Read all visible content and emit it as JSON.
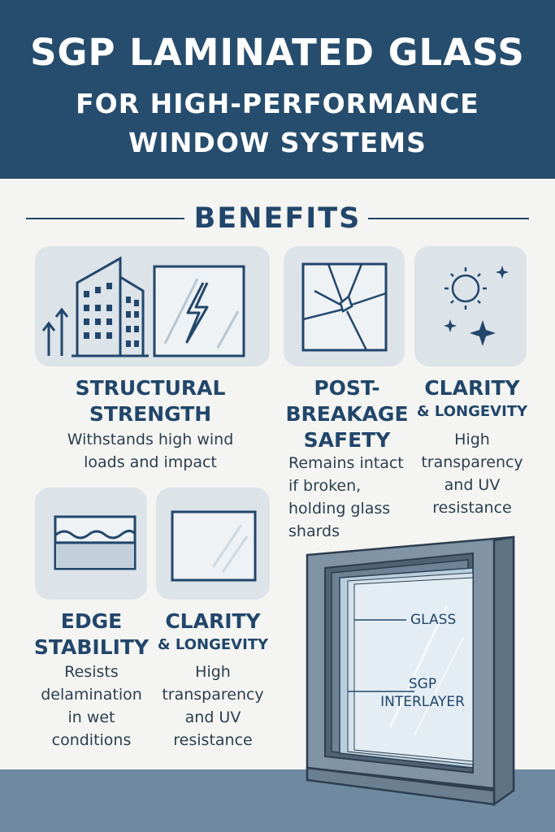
{
  "header": {
    "title_line1": "SGP LAMINATED GLASS",
    "title_line2": "FOR HIGH-PERFORMANCE",
    "title_line3": "WINDOW SYSTEMS"
  },
  "section": {
    "label": "BENEFITS"
  },
  "benefits": [
    {
      "title_line1": "STRUCTURAL",
      "title_line2": "STRENGTH",
      "desc_line1": "Withstands high wind",
      "desc_line2": "loads and impact"
    },
    {
      "title_line1": "POST-",
      "title_line2": "BREAKAGE",
      "title_line3": "SAFETY",
      "desc_line1": "Remains intact",
      "desc_line2": "if broken,",
      "desc_line3": "holding glass",
      "desc_line4": "shards"
    },
    {
      "title_line1": "CLARITY",
      "title_line2": "& LONGEVITY",
      "desc_line1": "High",
      "desc_line2": "transparency",
      "desc_line3": "and UV",
      "desc_line4": "resistance"
    },
    {
      "title_line1": "EDGE",
      "title_line2": "STABILITY",
      "desc_line1": "Resists",
      "desc_line2": "delamination",
      "desc_line3": "in wet",
      "desc_line4": "conditions"
    },
    {
      "title_line1": "CLARITY",
      "title_line2": "& LONGEVITY",
      "desc_line1": "High",
      "desc_line2": "transparency",
      "desc_line3": "and UV",
      "desc_line4": "resistance"
    }
  ],
  "window_labels": {
    "glass": "GLASS",
    "interlayer_line1": "SGP",
    "interlayer_line2": "INTERLAYER"
  },
  "colors": {
    "header_bg": "#264d6d",
    "accent": "#22466b",
    "card_bg": "#dce3e9",
    "floor": "#6f8aa0"
  },
  "icons": [
    "buildings-icon",
    "lightning-glass-icon",
    "cracked-glass-icon",
    "sun-sparkle-icon",
    "edge-wave-icon",
    "clear-pane-icon",
    "window-frame-icon"
  ]
}
